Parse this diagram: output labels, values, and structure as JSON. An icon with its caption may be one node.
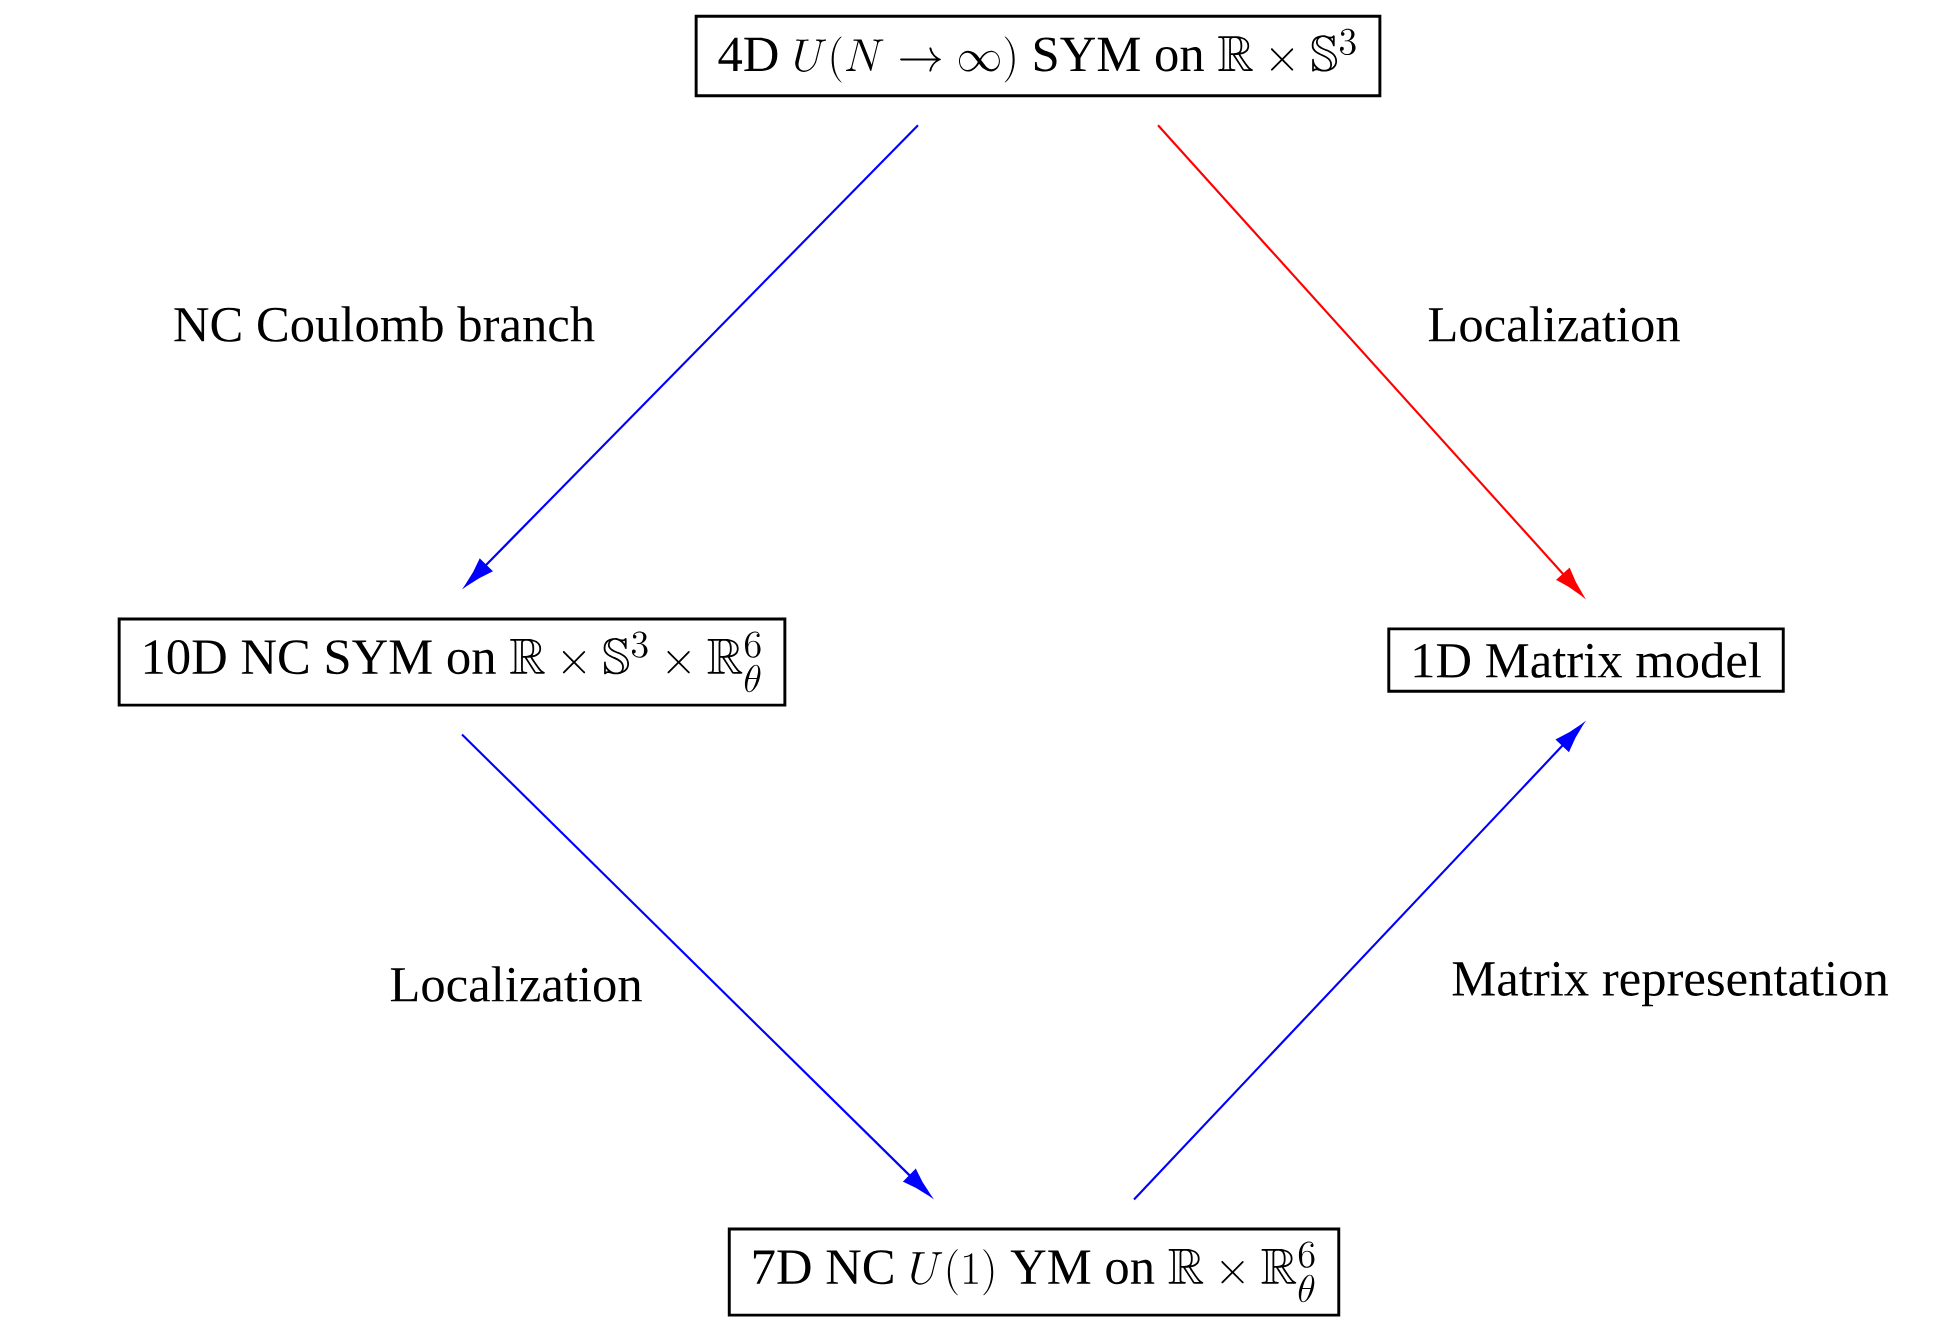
{
  "diagram": {
    "nodes": [
      {
        "text": [
          "\\text{4D }U(N\\to\\infty)\\text{ SYM on }\\mathbb{R}\\times\\mathbb{S}^3"
        ]
      },
      {
        "text": [
          "\\text{10D NC SYM on }\\mathbb{R}\\times\\mathbb{S}^3\\times\\mathbb{R}^6_\\theta"
        ]
      },
      {
        "text": [
          "\\text{1D Matrix model}"
        ]
      },
      {
        "text": [
          "\\text{7D NC }U(1)\\text{ YM on }\\mathbb{R}\\times\\mathbb{R}^6_\\theta"
        ]
      }
    ],
    "edges": [
      {
        "from": 0,
        "to": 1,
        "arrow": "to",
        "label": "NC Coulomb branch",
        "color": "#0000ff"
      },
      {
        "from": 0,
        "to": 2,
        "arrow": "to",
        "label": "Localization",
        "color": "#ff0000"
      },
      {
        "from": 1,
        "to": 3,
        "arrow": "to",
        "label": "Localization",
        "color": "#0000ff"
      },
      {
        "from": 3,
        "to": 2,
        "arrow": "to",
        "label": "Matrix representation",
        "color": "#0000ff"
      }
    ]
  }
}
